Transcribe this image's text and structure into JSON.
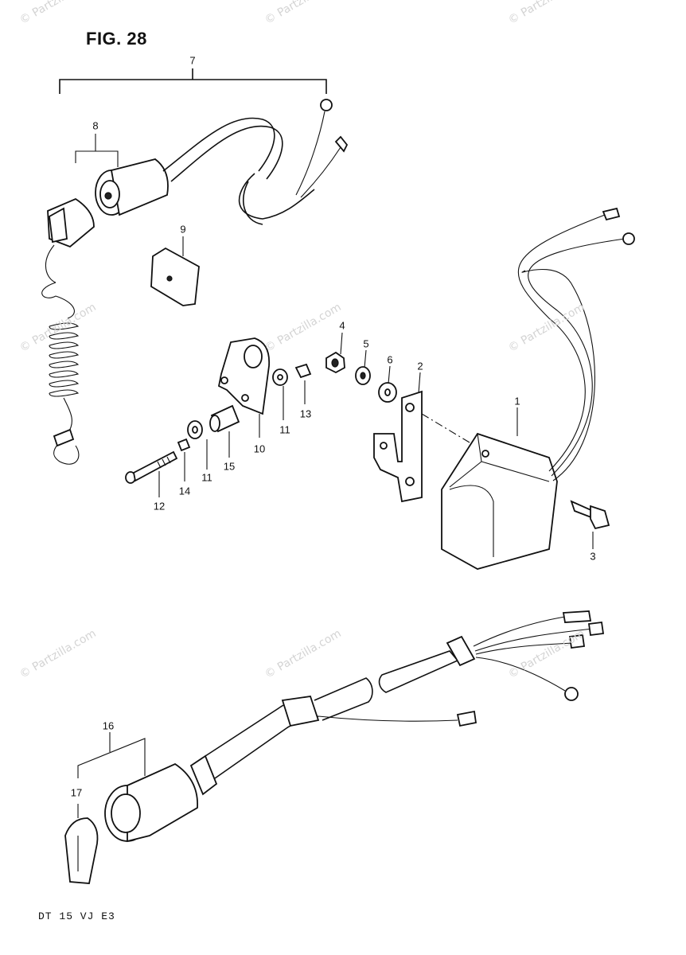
{
  "figure": {
    "title": "FIG. 28",
    "model_code": "DT 15 VJ E3",
    "watermark": "© Partzilla.com"
  },
  "callouts": [
    {
      "id": "c7",
      "text": "7"
    },
    {
      "id": "c8",
      "text": "8"
    },
    {
      "id": "c9",
      "text": "9"
    },
    {
      "id": "c4",
      "text": "4"
    },
    {
      "id": "c5",
      "text": "5"
    },
    {
      "id": "c6",
      "text": "6"
    },
    {
      "id": "c2",
      "text": "2"
    },
    {
      "id": "c1",
      "text": "1"
    },
    {
      "id": "c13",
      "text": "13"
    },
    {
      "id": "c11a",
      "text": "11"
    },
    {
      "id": "c10",
      "text": "10"
    },
    {
      "id": "c15",
      "text": "15"
    },
    {
      "id": "c11b",
      "text": "11"
    },
    {
      "id": "c14",
      "text": "14"
    },
    {
      "id": "c12",
      "text": "12"
    },
    {
      "id": "c3",
      "text": "3"
    },
    {
      "id": "c16",
      "text": "16"
    },
    {
      "id": "c17",
      "text": "17"
    }
  ]
}
